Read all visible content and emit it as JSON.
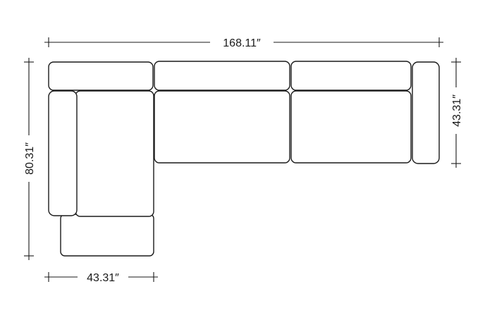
{
  "dimensions": {
    "overall_width": "168.11″",
    "overall_depth": "80.31″",
    "sofa_depth": "43.31″",
    "chaise_width": "43.31″"
  },
  "colors": {
    "line": "#1a1a1a",
    "background": "#ffffff"
  }
}
